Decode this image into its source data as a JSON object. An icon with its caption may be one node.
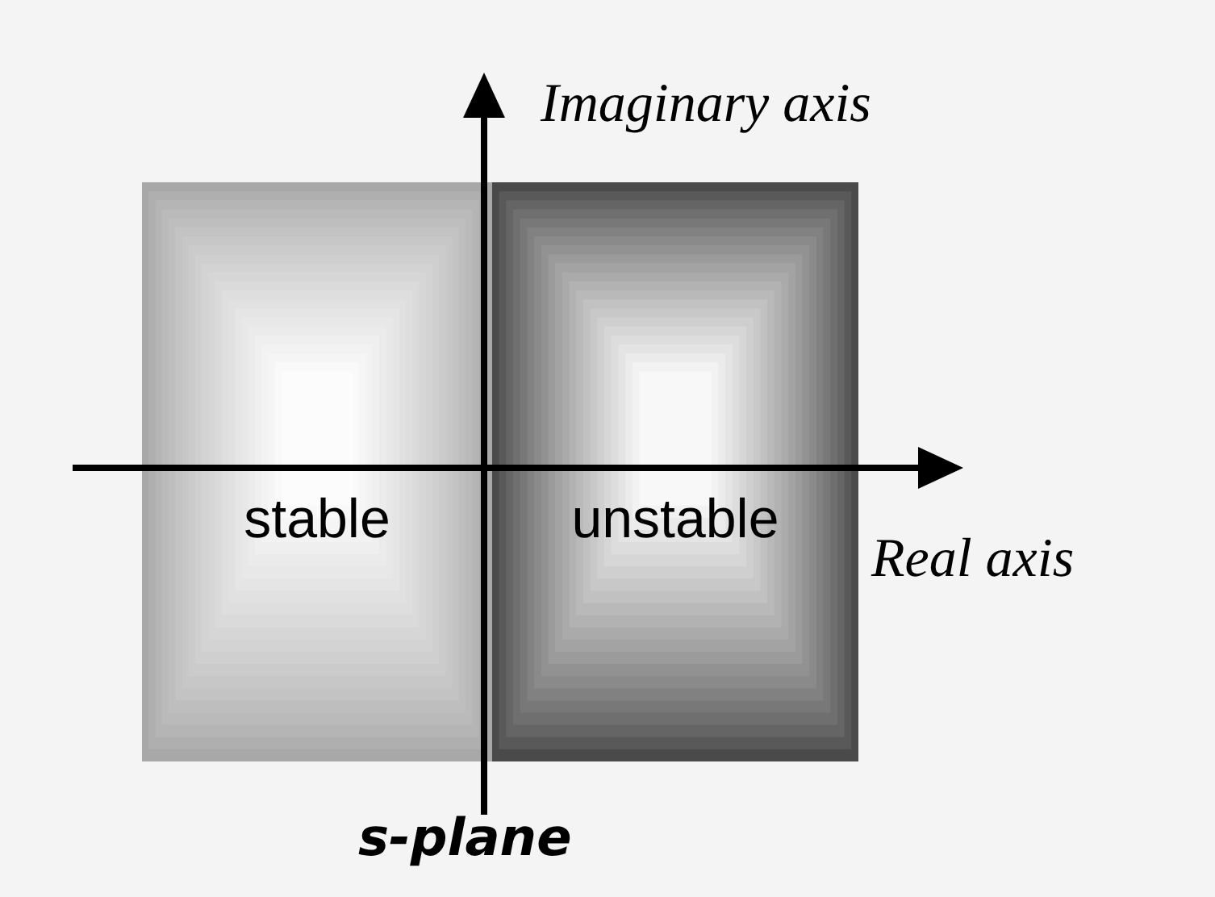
{
  "diagram": {
    "nodes": [
      {
        "text": [
          "stable"
        ]
      },
      {
        "text": [
          "unstable"
        ]
      }
    ],
    "labels": [
      "Imaginary axis",
      "Real axis",
      "s-plane"
    ]
  }
}
